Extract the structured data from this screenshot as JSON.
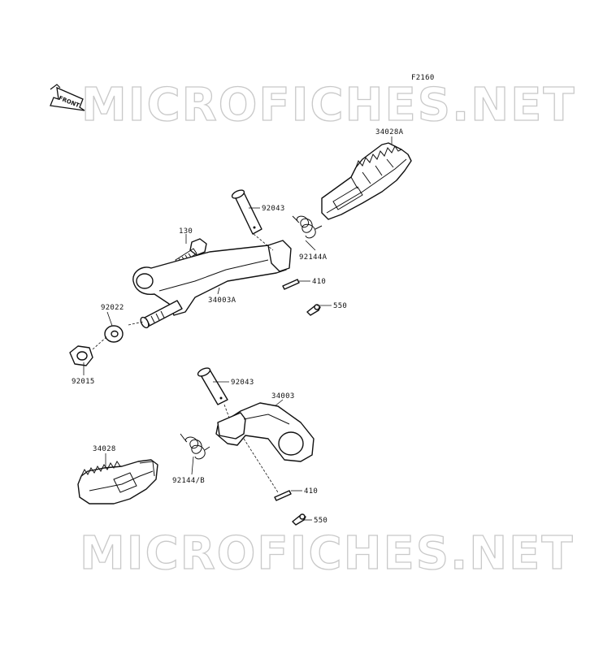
{
  "figure_code": "F2160",
  "front_label": "FRONT",
  "watermark_text": "MICROFICHES.NET",
  "parts": {
    "p34028A": "34028A",
    "p92043_top": "92043",
    "p92144A": "92144A",
    "p130": "130",
    "p410_top": "410",
    "p34003A": "34003A",
    "p92022": "92022",
    "p550_top": "550",
    "p92015": "92015",
    "p92043_bottom": "92043",
    "p34003": "34003",
    "p34028": "34028",
    "p92144B": "92144/B",
    "p410_bottom": "410",
    "p550_bottom": "550"
  }
}
